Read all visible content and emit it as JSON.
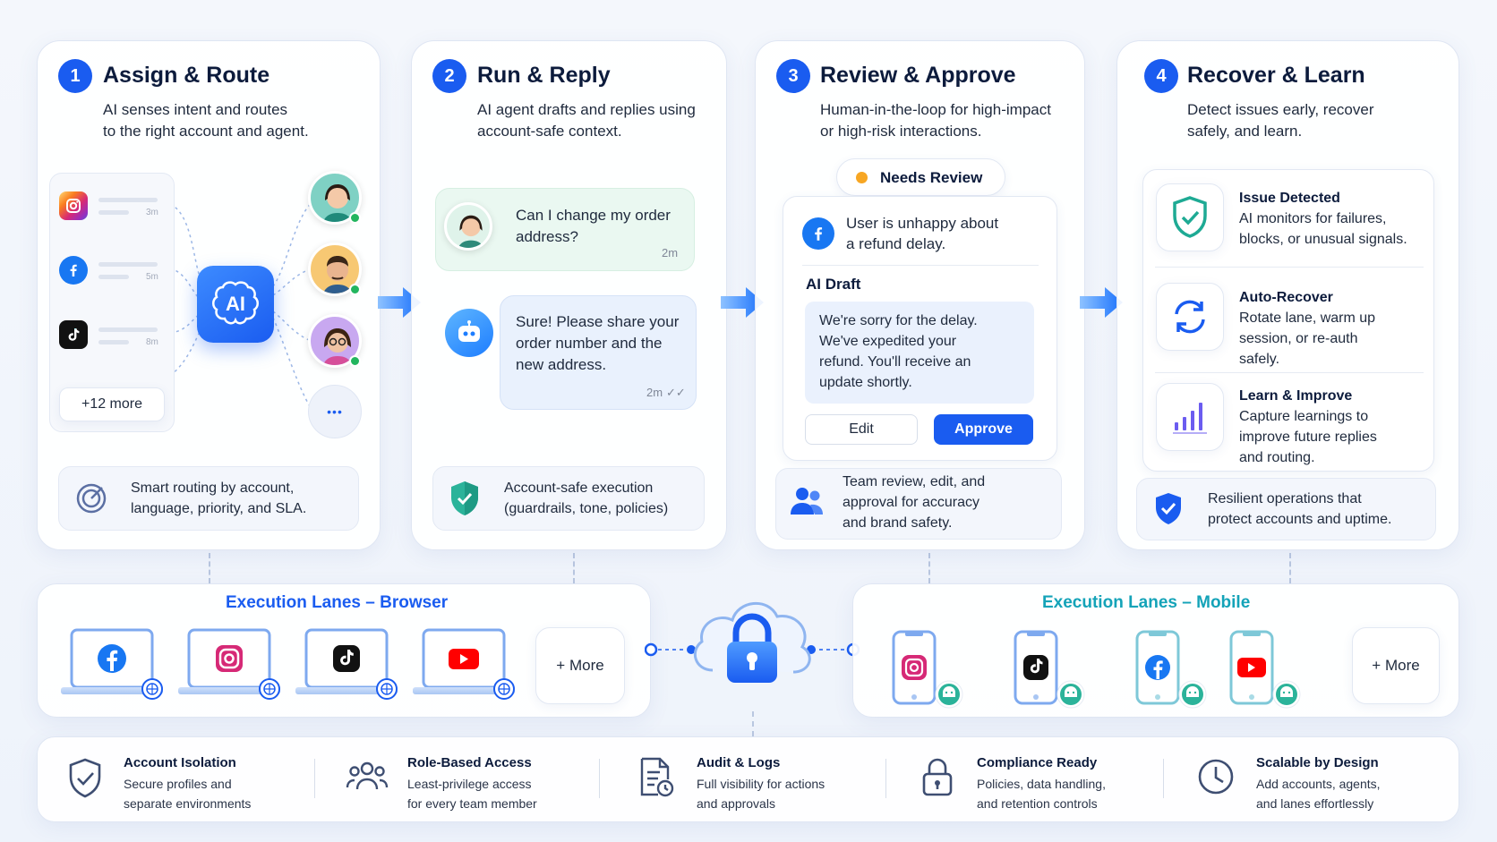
{
  "steps": [
    {
      "num": "1",
      "title": "Assign & Route",
      "desc1": "AI senses intent and routes",
      "desc2": "to the right account and agent."
    },
    {
      "num": "2",
      "title": "Run & Reply",
      "desc1": "AI agent drafts and replies using",
      "desc2": "account-safe context."
    },
    {
      "num": "3",
      "title": "Review & Approve",
      "desc1": "Human-in-the-loop for high-impact",
      "desc2": "or high-risk interactions."
    },
    {
      "num": "4",
      "title": "Recover & Learn",
      "desc1": "Detect issues early, recover",
      "desc2": "safely, and learn."
    }
  ],
  "assign": {
    "times": [
      "3m",
      "5m",
      "8m"
    ],
    "more": "+12 more",
    "ai_label": "AI",
    "ellipsis": "•••",
    "footer1": "Smart routing by account,",
    "footer2": "language, priority, and SLA."
  },
  "run": {
    "q1": "Can I change my order",
    "q2": "address?",
    "q_time": "2m",
    "a1": "Sure! Please share your",
    "a2": "order number and the",
    "a3": "new address.",
    "a_time": "2m",
    "footer1": "Account-safe execution",
    "footer2": "(guardrails, tone, policies)"
  },
  "review": {
    "badge": "Needs Review",
    "msg1": "User is unhappy about",
    "msg2": "a refund delay.",
    "draft_label": "AI Draft",
    "d1": "We're sorry for the delay.",
    "d2": "We've expedited your",
    "d3": "refund. You'll receive an",
    "d4": "update shortly.",
    "edit": "Edit",
    "approve": "Approve",
    "footer1": "Team review, edit, and",
    "footer2": "approval for accuracy",
    "footer3": "and brand safety."
  },
  "recover": {
    "items": [
      {
        "title": "Issue Detected",
        "l1": "AI monitors for failures,",
        "l2": "blocks, or unusual signals.",
        "l3": ""
      },
      {
        "title": "Auto-Recover",
        "l1": "Rotate lane, warm up",
        "l2": "session, or re-auth",
        "l3": "safely."
      },
      {
        "title": "Learn & Improve",
        "l1": "Capture learnings to",
        "l2": "improve future replies",
        "l3": "and routing."
      }
    ],
    "footer1": "Resilient operations that",
    "footer2": "protect accounts and uptime."
  },
  "lanes": {
    "browser_title": "Execution Lanes – Browser",
    "mobile_title": "Execution Lanes – Mobile",
    "browser_more": "+ More",
    "mobile_more": "+ More"
  },
  "features": [
    {
      "title": "Account Isolation",
      "l1": "Secure profiles and",
      "l2": "separate environments"
    },
    {
      "title": "Role-Based Access",
      "l1": "Least-privilege access",
      "l2": "for every team member"
    },
    {
      "title": "Audit & Logs",
      "l1": "Full visibility for actions",
      "l2": "and approvals"
    },
    {
      "title": "Compliance Ready",
      "l1": "Policies, data handling,",
      "l2": "and retention controls"
    },
    {
      "title": "Scalable by Design",
      "l1": "Add accounts, agents,",
      "l2": "and lanes effortlessly"
    }
  ],
  "colors": {
    "primary": "#1a5cf0",
    "teal": "#14a3b8",
    "green": "#22b55e",
    "orange": "#f7a623"
  }
}
